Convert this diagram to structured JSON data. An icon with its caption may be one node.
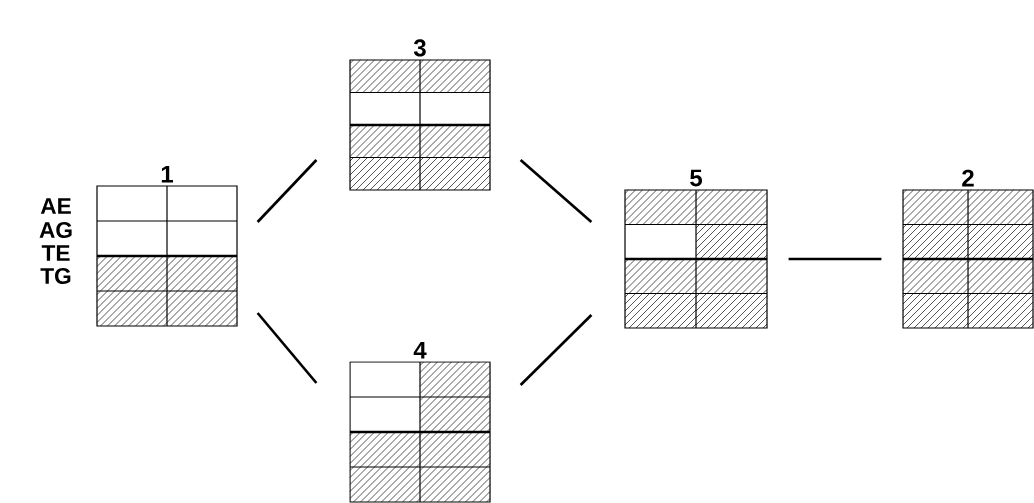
{
  "diagram": {
    "nodes": [
      {
        "text": [
          "1"
        ]
      },
      {
        "text": [
          "3"
        ]
      },
      {
        "text": [
          "4"
        ]
      },
      {
        "text": [
          "5"
        ]
      },
      {
        "text": [
          "2"
        ]
      }
    ],
    "edges": [
      {
        "from": 0,
        "to": 1,
        "arrow": "none"
      },
      {
        "from": 0,
        "to": 2,
        "arrow": "none"
      },
      {
        "from": 1,
        "to": 3,
        "arrow": "none"
      },
      {
        "from": 2,
        "to": 3,
        "arrow": "none"
      },
      {
        "from": 3,
        "to": 4,
        "arrow": "none"
      }
    ],
    "labels": [
      "AE",
      "AG",
      "TE",
      "TG"
    ]
  }
}
